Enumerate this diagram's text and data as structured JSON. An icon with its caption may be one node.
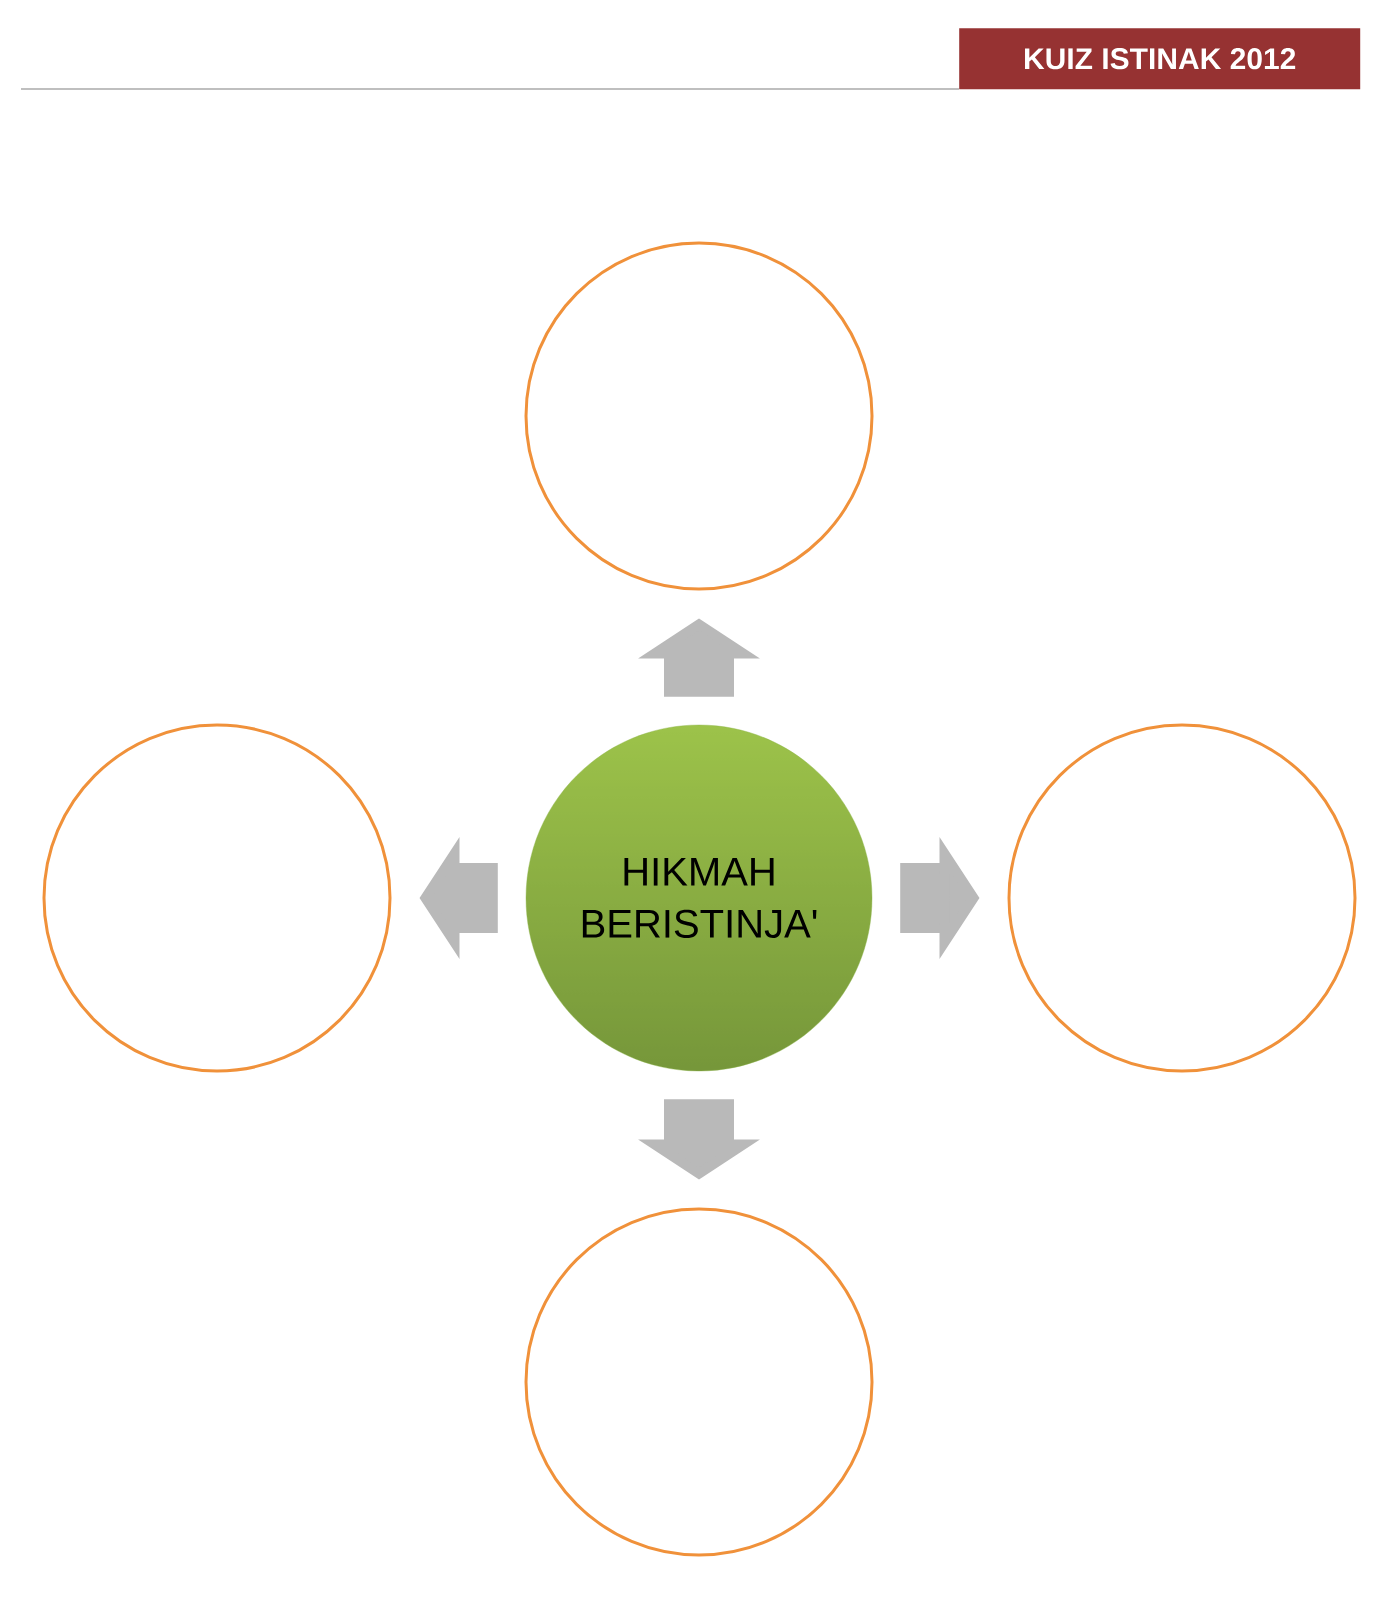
{
  "diagram": {
    "nodes": [
      {
        "text": [],
        "shape": "circle"
      },
      {
        "text": [],
        "shape": "circle"
      },
      {
        "text": [
          "HIKMAH BERISTINJA'"
        ]
      },
      {
        "text": [],
        "shape": "circle"
      },
      {
        "text": [],
        "shape": "circle"
      }
    ],
    "edges": [
      {
        "from": 2,
        "to": 0,
        "arrow": "to"
      },
      {
        "from": 2,
        "to": 1,
        "arrow": "to"
      },
      {
        "from": 2,
        "to": 3,
        "arrow": "to"
      },
      {
        "from": 2,
        "to": 4,
        "arrow": "to"
      }
    ],
    "labels": [
      "KUIZ ISTINAK 2012"
    ]
  }
}
